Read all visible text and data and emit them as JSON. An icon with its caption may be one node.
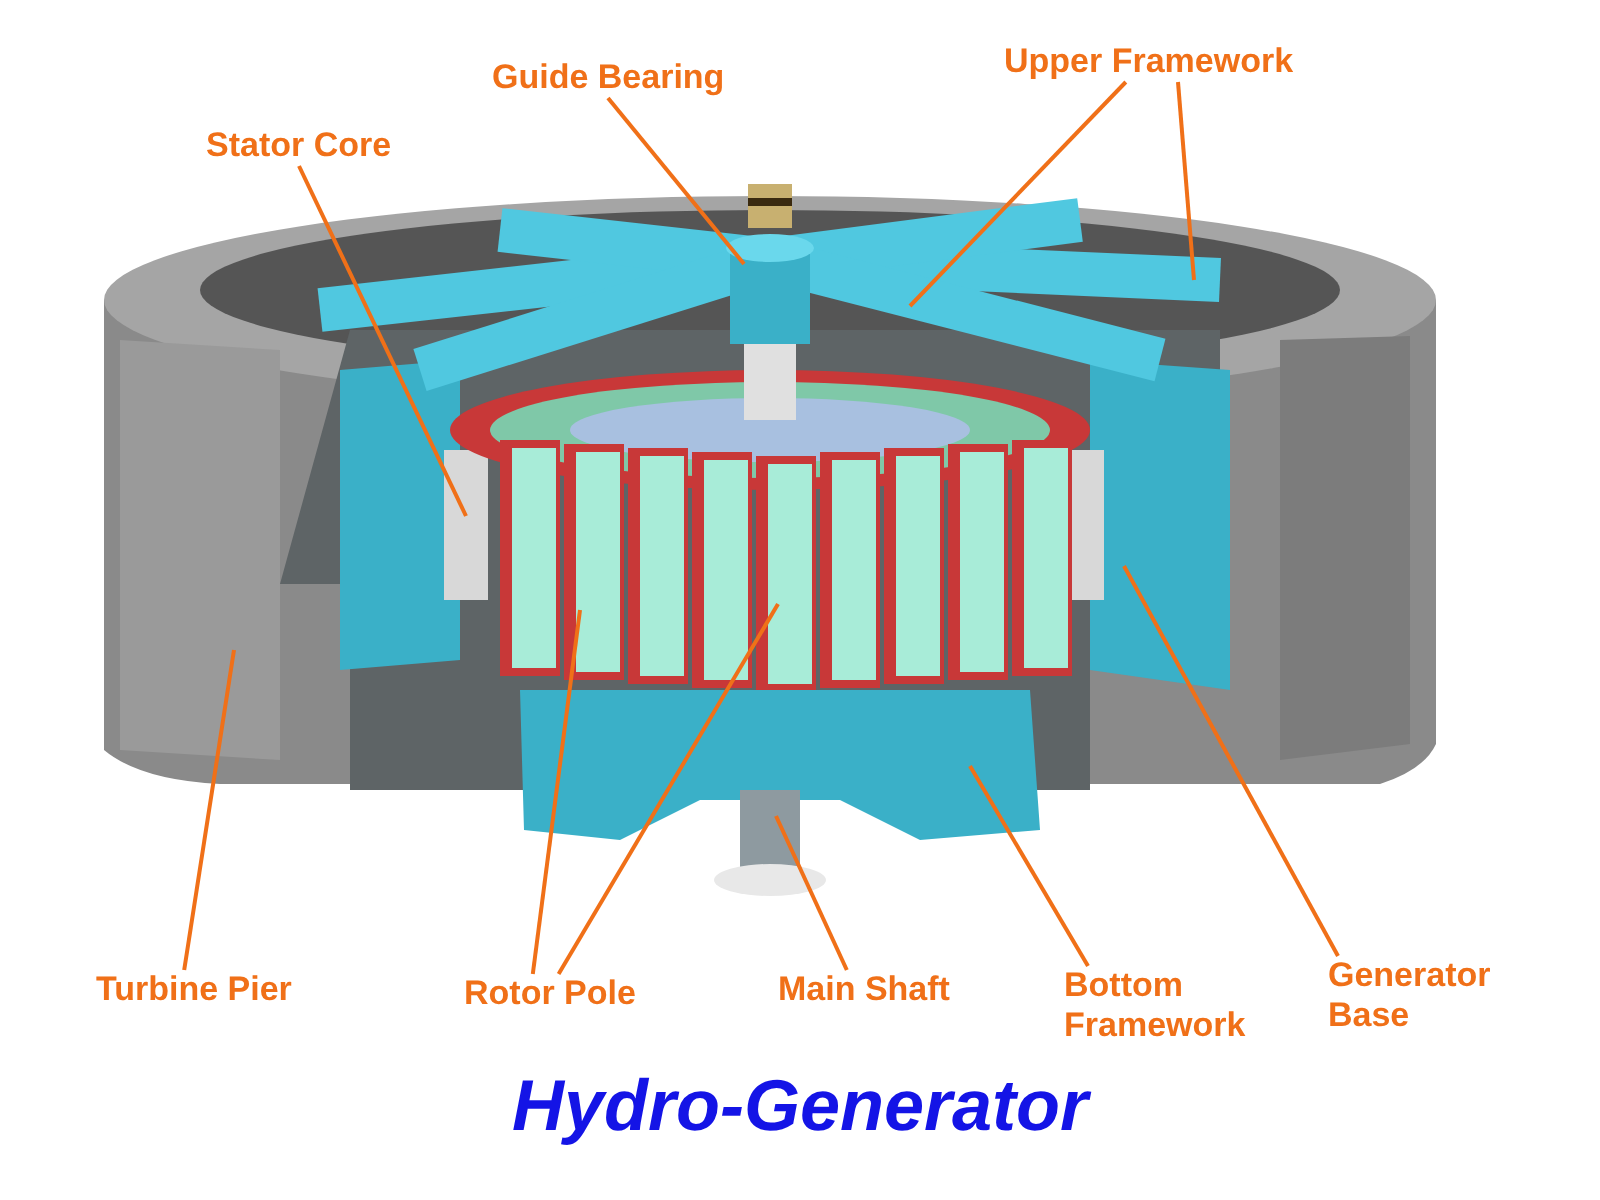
{
  "diagram": {
    "title": "Hydro-Generator",
    "nodes": [
      {
        "text": [
          "Guide Bearing"
        ]
      },
      {
        "text": [
          "Upper Framework"
        ]
      },
      {
        "text": [
          "Stator Core"
        ]
      },
      {
        "text": [
          "Turbine Pier"
        ]
      },
      {
        "text": [
          "Rotor Pole"
        ]
      },
      {
        "text": [
          "Main Shaft"
        ]
      },
      {
        "text": [
          "Bottom Framework"
        ]
      },
      {
        "text": [
          "Generator Base"
        ]
      }
    ],
    "edges": [
      {
        "from": 0,
        "to": null,
        "arrow": "none"
      },
      {
        "from": 1,
        "to": null,
        "arrow": "none"
      },
      {
        "from": 1,
        "to": null,
        "arrow": "none"
      },
      {
        "from": 2,
        "to": null,
        "arrow": "none"
      },
      {
        "from": 3,
        "to": null,
        "arrow": "none"
      },
      {
        "from": 4,
        "to": null,
        "arrow": "none"
      },
      {
        "from": 4,
        "to": null,
        "arrow": "none"
      },
      {
        "from": 5,
        "to": null,
        "arrow": "none"
      },
      {
        "from": 6,
        "to": null,
        "arrow": "none"
      },
      {
        "from": 7,
        "to": null,
        "arrow": "none"
      }
    ]
  }
}
